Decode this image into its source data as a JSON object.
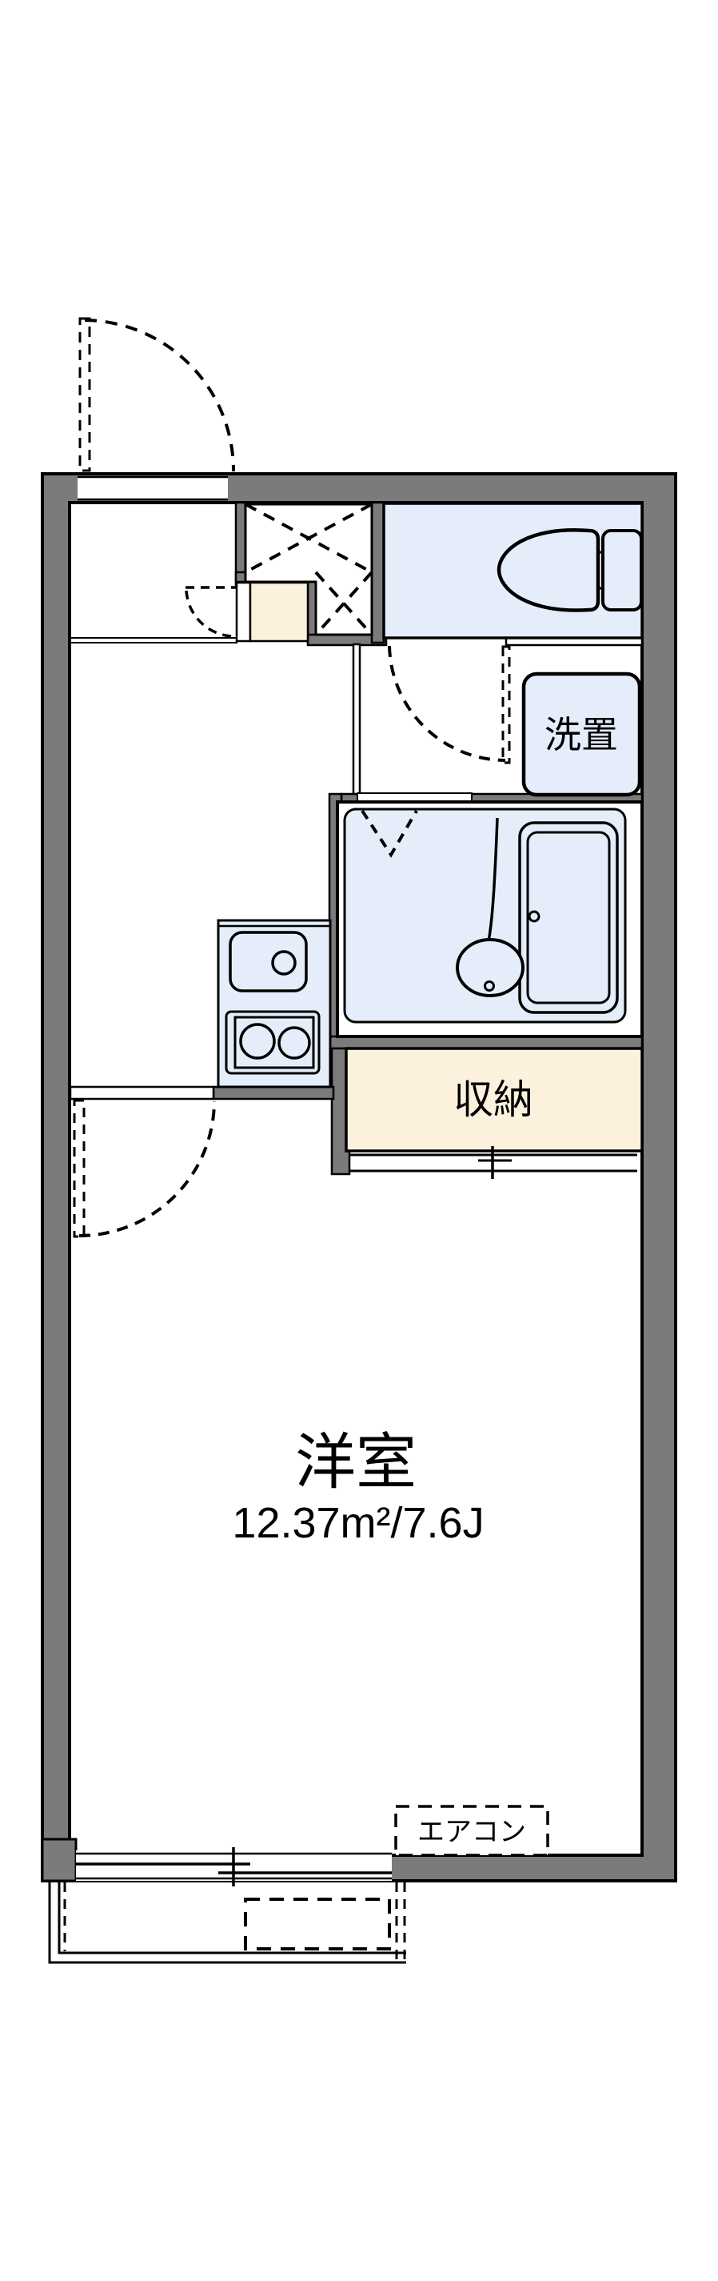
{
  "plan": {
    "labels": {
      "room": "洋室",
      "room_size": "12.37m²/7.6J",
      "storage": "収納",
      "washer": "洗置",
      "aircon": "エアコン"
    },
    "colors": {
      "wall": "#7b7b7b",
      "water": "#e4edf9",
      "cream": "#fcf1dd",
      "line": "#000000",
      "background": "#ffffff"
    }
  }
}
